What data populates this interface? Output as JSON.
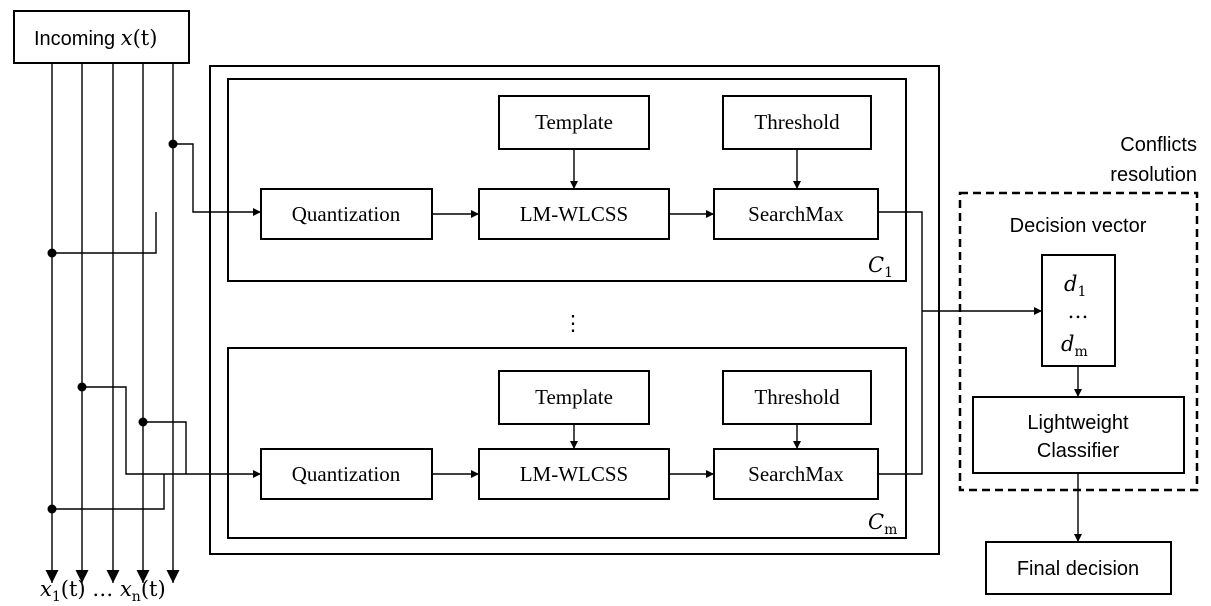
{
  "input": {
    "prefix": "Incoming ",
    "signal": "x",
    "arg": "(t)"
  },
  "outputs": {
    "first_var": "x",
    "first_sub": "1",
    "first_arg": "(t)",
    "ellipsis": " … ",
    "last_var": "x",
    "last_sub": "n",
    "last_arg": "(t)"
  },
  "classifier_top": {
    "label_var": "C",
    "label_sub": "1",
    "quantization": "Quantization",
    "lmwlcss": "LM-WLCSS",
    "searchmax": "SearchMax",
    "template": "Template",
    "threshold": "Threshold"
  },
  "classifier_bottom": {
    "label_var": "C",
    "label_sub": "m",
    "quantization": "Quantization",
    "lmwlcss": "LM-WLCSS",
    "searchmax": "SearchMax",
    "template": "Template",
    "threshold": "Threshold"
  },
  "vertical_ellipsis": "⋮",
  "conflicts": {
    "title_line1": "Conflicts",
    "title_line2": "resolution",
    "decision_vector": "Decision vector",
    "d_first_var": "d",
    "d_first_sub": "1",
    "d_ellipsis": "…",
    "d_last_var": "d",
    "d_last_sub": "m",
    "classifier_line1": "Lightweight",
    "classifier_line2": "Classifier"
  },
  "final_decision": "Final decision"
}
